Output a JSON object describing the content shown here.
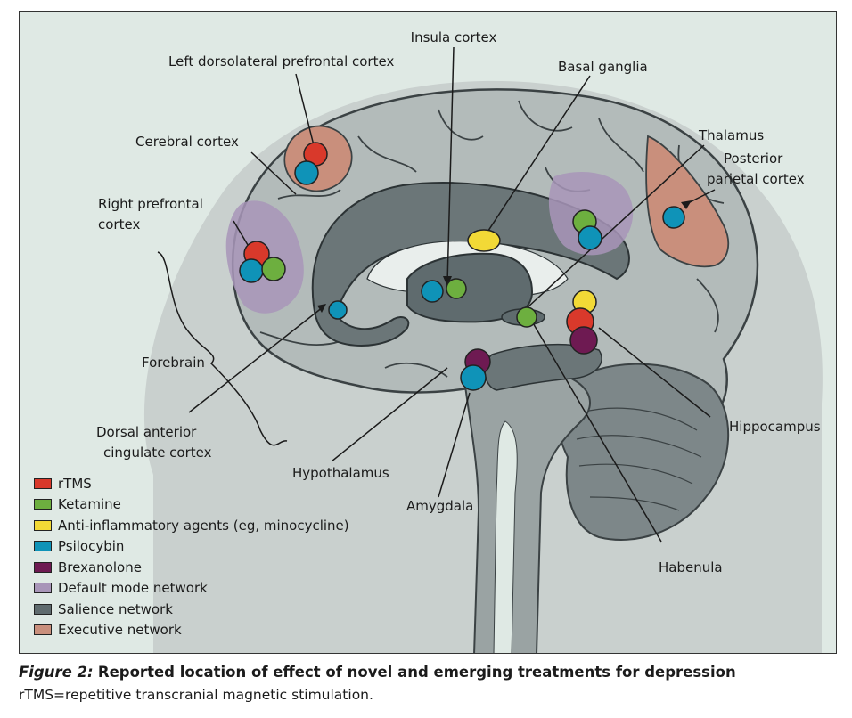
{
  "colors": {
    "background": "#dfe9e4",
    "head": "#c9d0ce",
    "brain": "#b3bbba",
    "brain_outline": "#3b4244",
    "salience": "#5f6b6e",
    "default_mode": "#a895b8",
    "executive": "#c98f7c",
    "rtms": "#d9392b",
    "ketamine": "#6daf3f",
    "anti_inflammatory": "#f2d936",
    "psilocybin": "#0f93b8",
    "brexanolone": "#6e1a52"
  },
  "labels": {
    "insula": "Insula cortex",
    "left_dlpfc": "Left dorsolateral prefrontal cortex",
    "basal_ganglia": "Basal ganglia",
    "cerebral_cortex": "Cerebral cortex",
    "thalamus": "Thalamus",
    "posterior_parietal_1": "Posterior",
    "posterior_parietal_2": "parietal cortex",
    "right_prefrontal_1": "Right prefrontal",
    "right_prefrontal_2": "cortex",
    "forebrain": "Forebrain",
    "dacc_1": "Dorsal anterior",
    "dacc_2": "cingulate cortex",
    "hypothalamus": "Hypothalamus",
    "amygdala": "Amygdala",
    "hippocampus": "Hippocampus",
    "habenula": "Habenula"
  },
  "legend": [
    {
      "label": "rTMS",
      "color": "#d9392b"
    },
    {
      "label": "Ketamine",
      "color": "#6daf3f"
    },
    {
      "label": "Anti-inflammatory agents (eg, minocycline)",
      "color": "#f2d936"
    },
    {
      "label": "Psilocybin",
      "color": "#0f93b8"
    },
    {
      "label": "Brexanolone",
      "color": "#6e1a52"
    },
    {
      "label": "Default mode network",
      "color": "#a895b8"
    },
    {
      "label": "Salience network",
      "color": "#5f6b6e"
    },
    {
      "label": "Executive network",
      "color": "#c98f7c"
    }
  ],
  "caption": {
    "figure_label": "Figure 2:",
    "title": "Reported location of effect of novel and emerging treatments for depression",
    "note": "rTMS=repetitive transcranial magnetic stimulation."
  }
}
